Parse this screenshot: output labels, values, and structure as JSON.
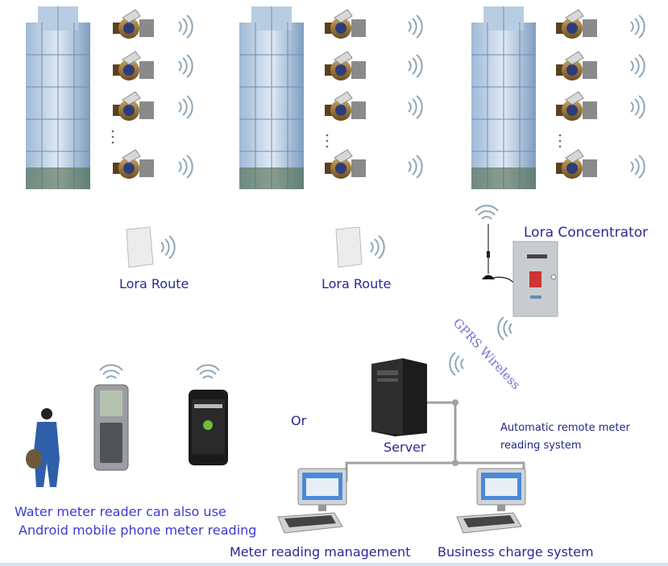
{
  "labels": {
    "lora_route_1": "Lora Route",
    "lora_route_2": "Lora Route",
    "lora_concentrator": "Lora Concentrator",
    "gprs_wireless": "GPRS Wireless",
    "server": "Server",
    "automatic_line1": "Automatic remote meter",
    "automatic_line2": "reading system",
    "or": "Or",
    "reader_line1": "Water meter reader can also use",
    "reader_line2": "Android mobile phone meter reading",
    "meter_reading_management": "Meter reading management",
    "business_charge_system": "Business charge system"
  },
  "icons": [
    "building",
    "water-meter",
    "wireless-signal",
    "lora-router",
    "concentrator",
    "antenna",
    "server",
    "computer",
    "handheld-reader",
    "android-phone",
    "meter-reader-person"
  ],
  "colors": {
    "label": "#2a2a92",
    "reader_text": "#3b3bd0",
    "gprs_text": "#7070d0",
    "network_line": "#a0a0a0"
  }
}
